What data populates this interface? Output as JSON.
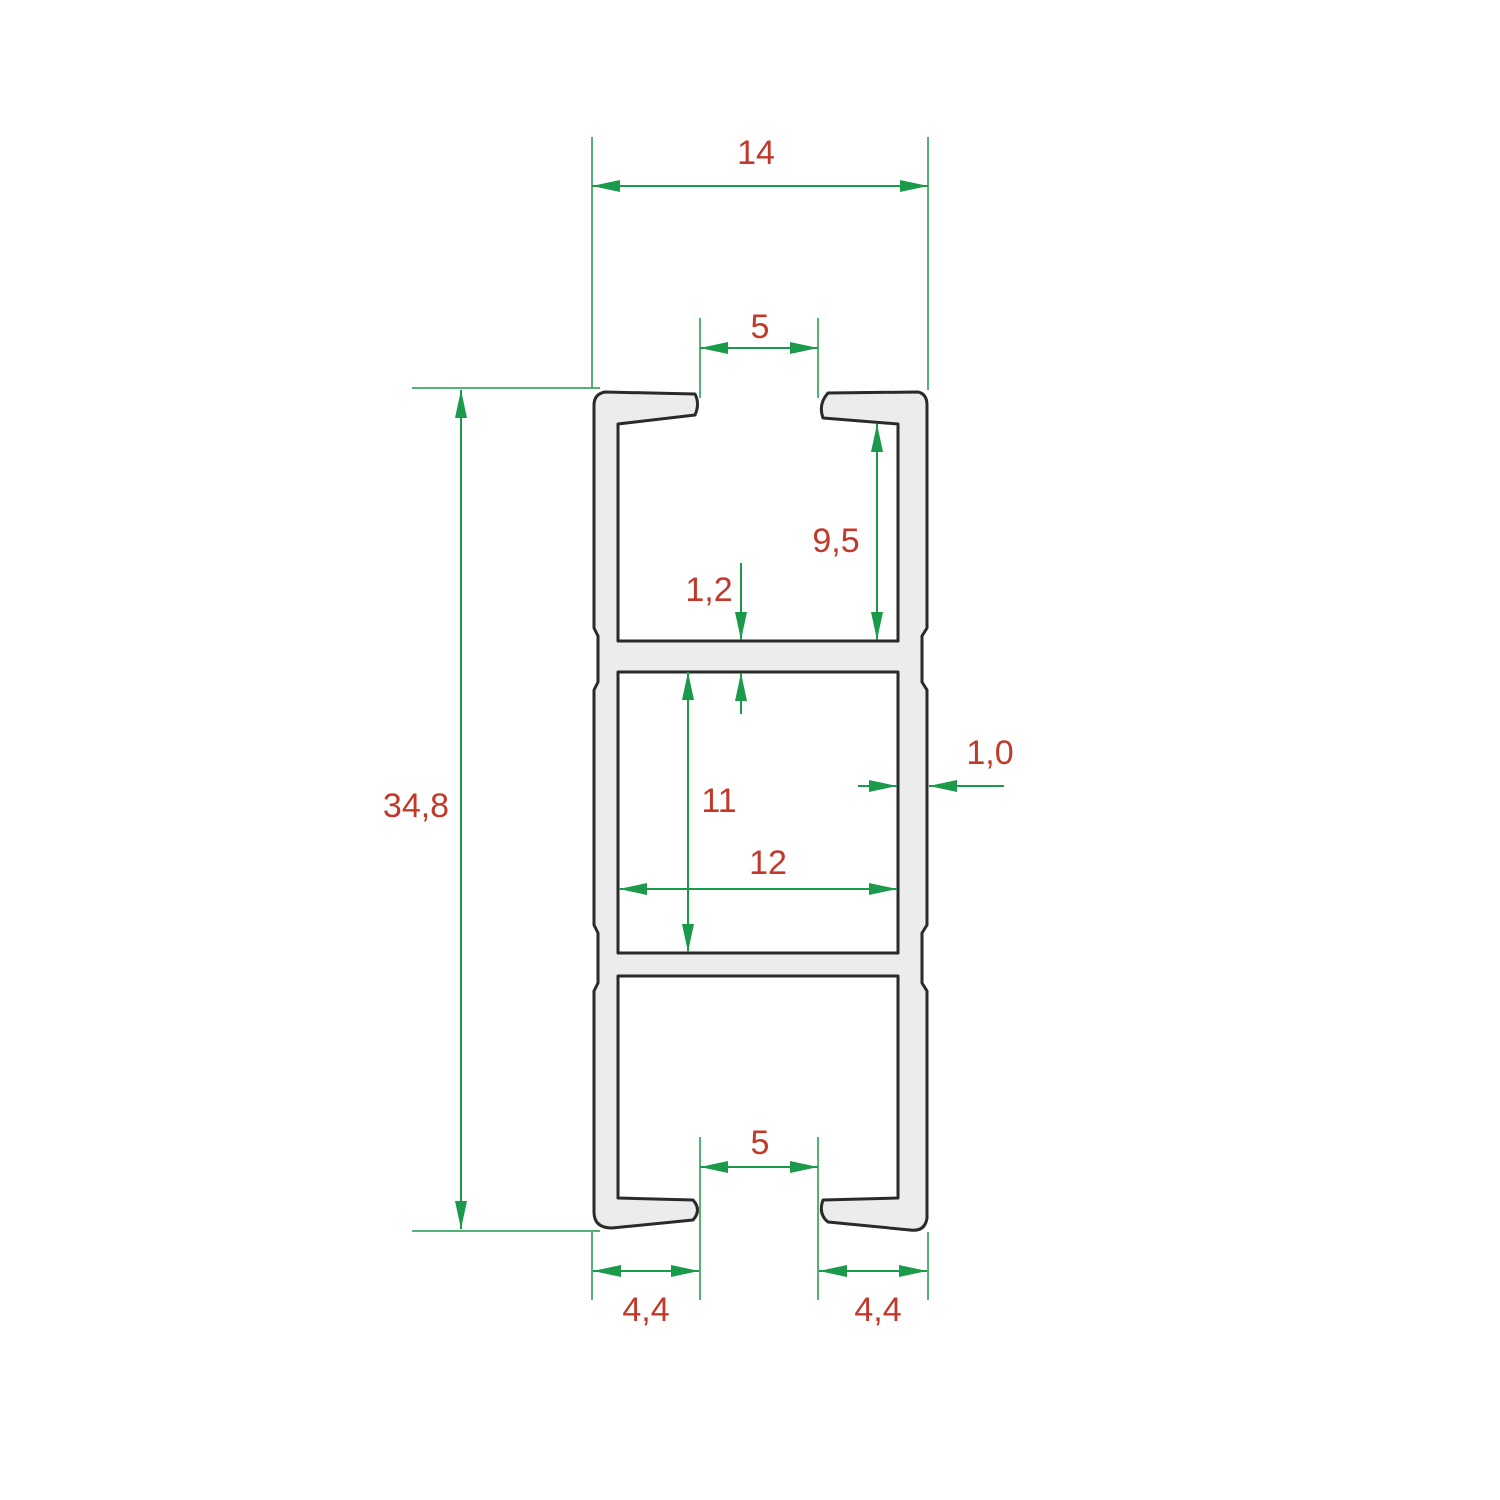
{
  "dimensions": {
    "overall_width": "14",
    "top_opening": "5",
    "bottom_opening": "5",
    "upper_chamber_depth": "9,5",
    "web_thickness": "1,2",
    "wall_thickness": "1,0",
    "middle_chamber_height": "11",
    "inner_width": "12",
    "overall_height": "34,8",
    "left_flange": "4,4",
    "right_flange": "4,4"
  },
  "colors": {
    "dimension_lines": "#1a9a4a",
    "dimension_text": "#c0392b",
    "profile_fill": "#ececec",
    "profile_outline": "#2a2a2a"
  }
}
